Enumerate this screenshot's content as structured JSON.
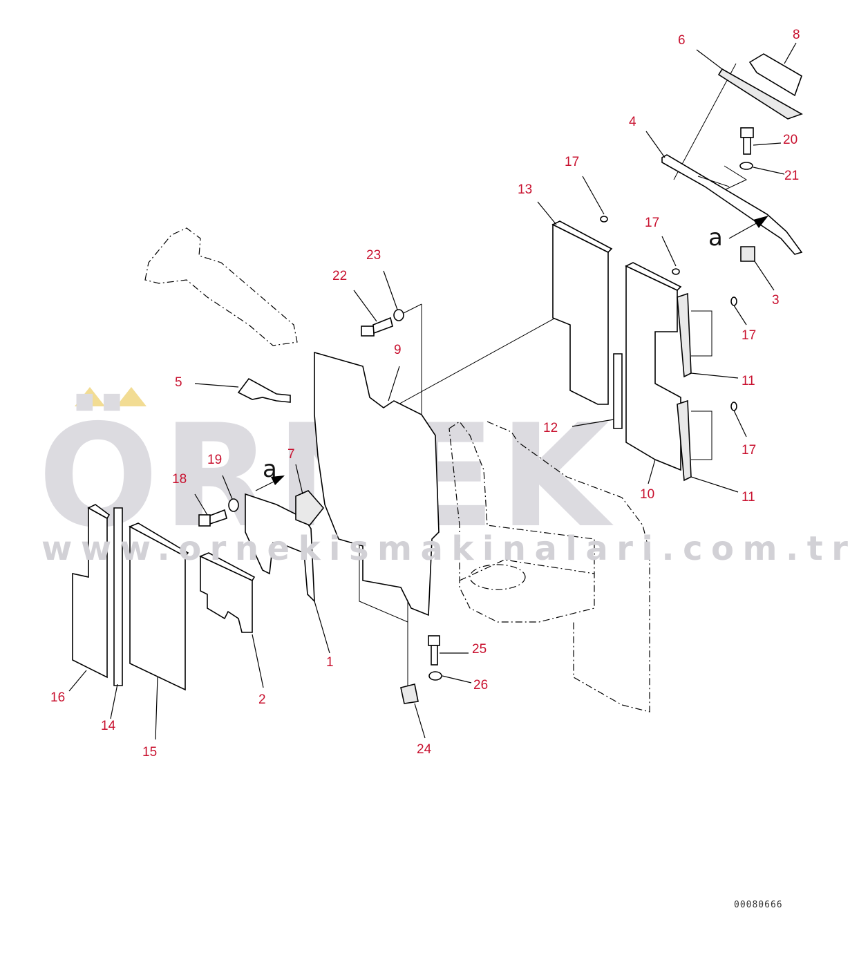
{
  "watermark": {
    "brand": "ÖRNEK",
    "url": "www.ornekismakinalari.com.tr"
  },
  "drawing_code": "00080666",
  "view_label": "a",
  "callouts": [
    {
      "id": "c1",
      "label": "1"
    },
    {
      "id": "c2",
      "label": "2"
    },
    {
      "id": "c3",
      "label": "3"
    },
    {
      "id": "c4",
      "label": "4"
    },
    {
      "id": "c5",
      "label": "5"
    },
    {
      "id": "c6",
      "label": "6"
    },
    {
      "id": "c7",
      "label": "7"
    },
    {
      "id": "c8",
      "label": "8"
    },
    {
      "id": "c9",
      "label": "9"
    },
    {
      "id": "c10",
      "label": "10"
    },
    {
      "id": "c11a",
      "label": "11"
    },
    {
      "id": "c11b",
      "label": "11"
    },
    {
      "id": "c12",
      "label": "12"
    },
    {
      "id": "c13",
      "label": "13"
    },
    {
      "id": "c14",
      "label": "14"
    },
    {
      "id": "c15",
      "label": "15"
    },
    {
      "id": "c16",
      "label": "16"
    },
    {
      "id": "c17a",
      "label": "17"
    },
    {
      "id": "c17b",
      "label": "17"
    },
    {
      "id": "c17c",
      "label": "17"
    },
    {
      "id": "c17d",
      "label": "17"
    },
    {
      "id": "c18",
      "label": "18"
    },
    {
      "id": "c19",
      "label": "19"
    },
    {
      "id": "c20",
      "label": "20"
    },
    {
      "id": "c21",
      "label": "21"
    },
    {
      "id": "c22",
      "label": "22"
    },
    {
      "id": "c23",
      "label": "23"
    },
    {
      "id": "c24",
      "label": "24"
    },
    {
      "id": "c25",
      "label": "25"
    },
    {
      "id": "c26",
      "label": "26"
    }
  ],
  "colors": {
    "callout": "#c8102e",
    "watermark": "#dcdbe0",
    "watermark_accent": "#f2dc93"
  }
}
